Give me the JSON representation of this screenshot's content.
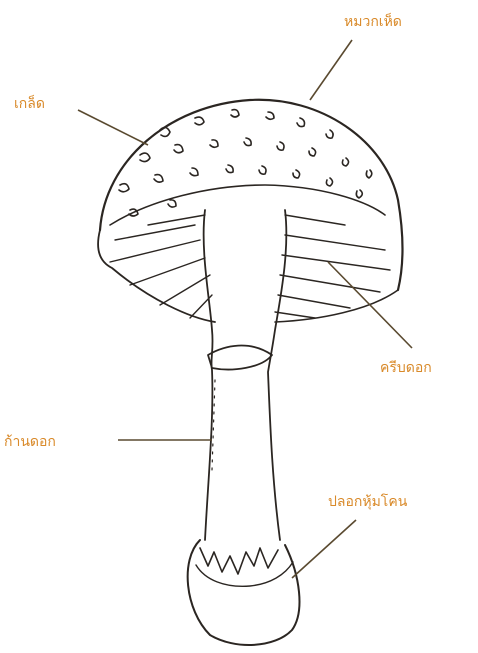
{
  "diagram": {
    "labels": {
      "cap_label": "หมวกเห็ด",
      "scale_label": "เกล็ด",
      "gills_label": "ครีบดอก",
      "stalk_label": "ก้านดอก",
      "volva_label": "ปลอกหุ้มโคน"
    },
    "colors": {
      "label_text": "#d98a2a",
      "line_art": "#2b2622",
      "leader_line": "#5a4a30",
      "background": "#ffffff"
    }
  }
}
